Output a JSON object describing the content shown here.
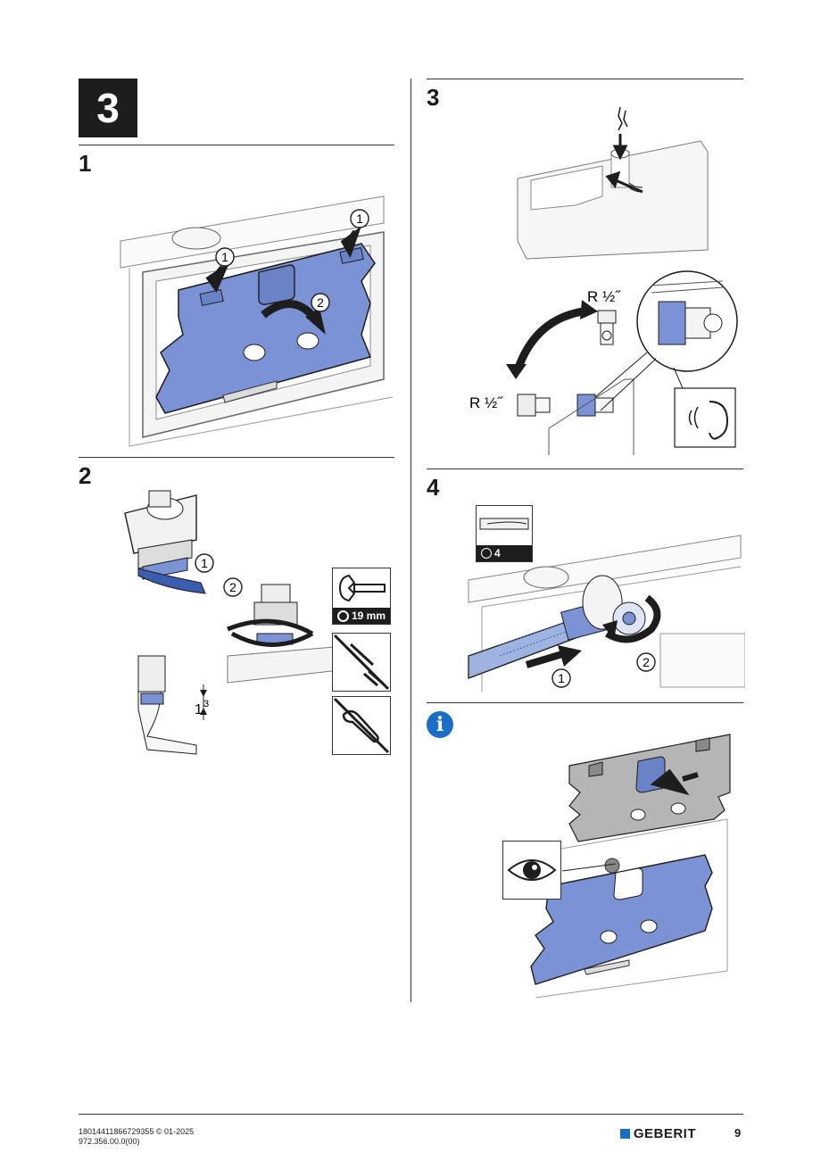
{
  "chapter": {
    "number": "3"
  },
  "left": {
    "step1": {
      "number": "1",
      "callout_1": "1",
      "callout_2": "2"
    },
    "step2": {
      "number": "2",
      "callout_1": "1",
      "callout_2": "2",
      "wrench_size": "19 mm",
      "measure_label": "1",
      "measure_superscript": "3"
    }
  },
  "right": {
    "step3": {
      "number": "3",
      "thread_label_top": "R ½˝",
      "thread_label_left": "R ½˝"
    },
    "step4": {
      "number": "4",
      "screwdriver_size": "4",
      "callout_1": "1",
      "callout_2": "2"
    },
    "info": {
      "icon": "info-icon"
    }
  },
  "footer": {
    "doc_id": "18014411866729355 © 01-2025",
    "doc_code": "972.356.00.0(00)",
    "brand": "GEBERIT",
    "page_number": "9"
  },
  "colors": {
    "accent_blue": "#7b93d4",
    "brand_blue": "#1a6fc4",
    "dark": "#1d1d1d"
  }
}
